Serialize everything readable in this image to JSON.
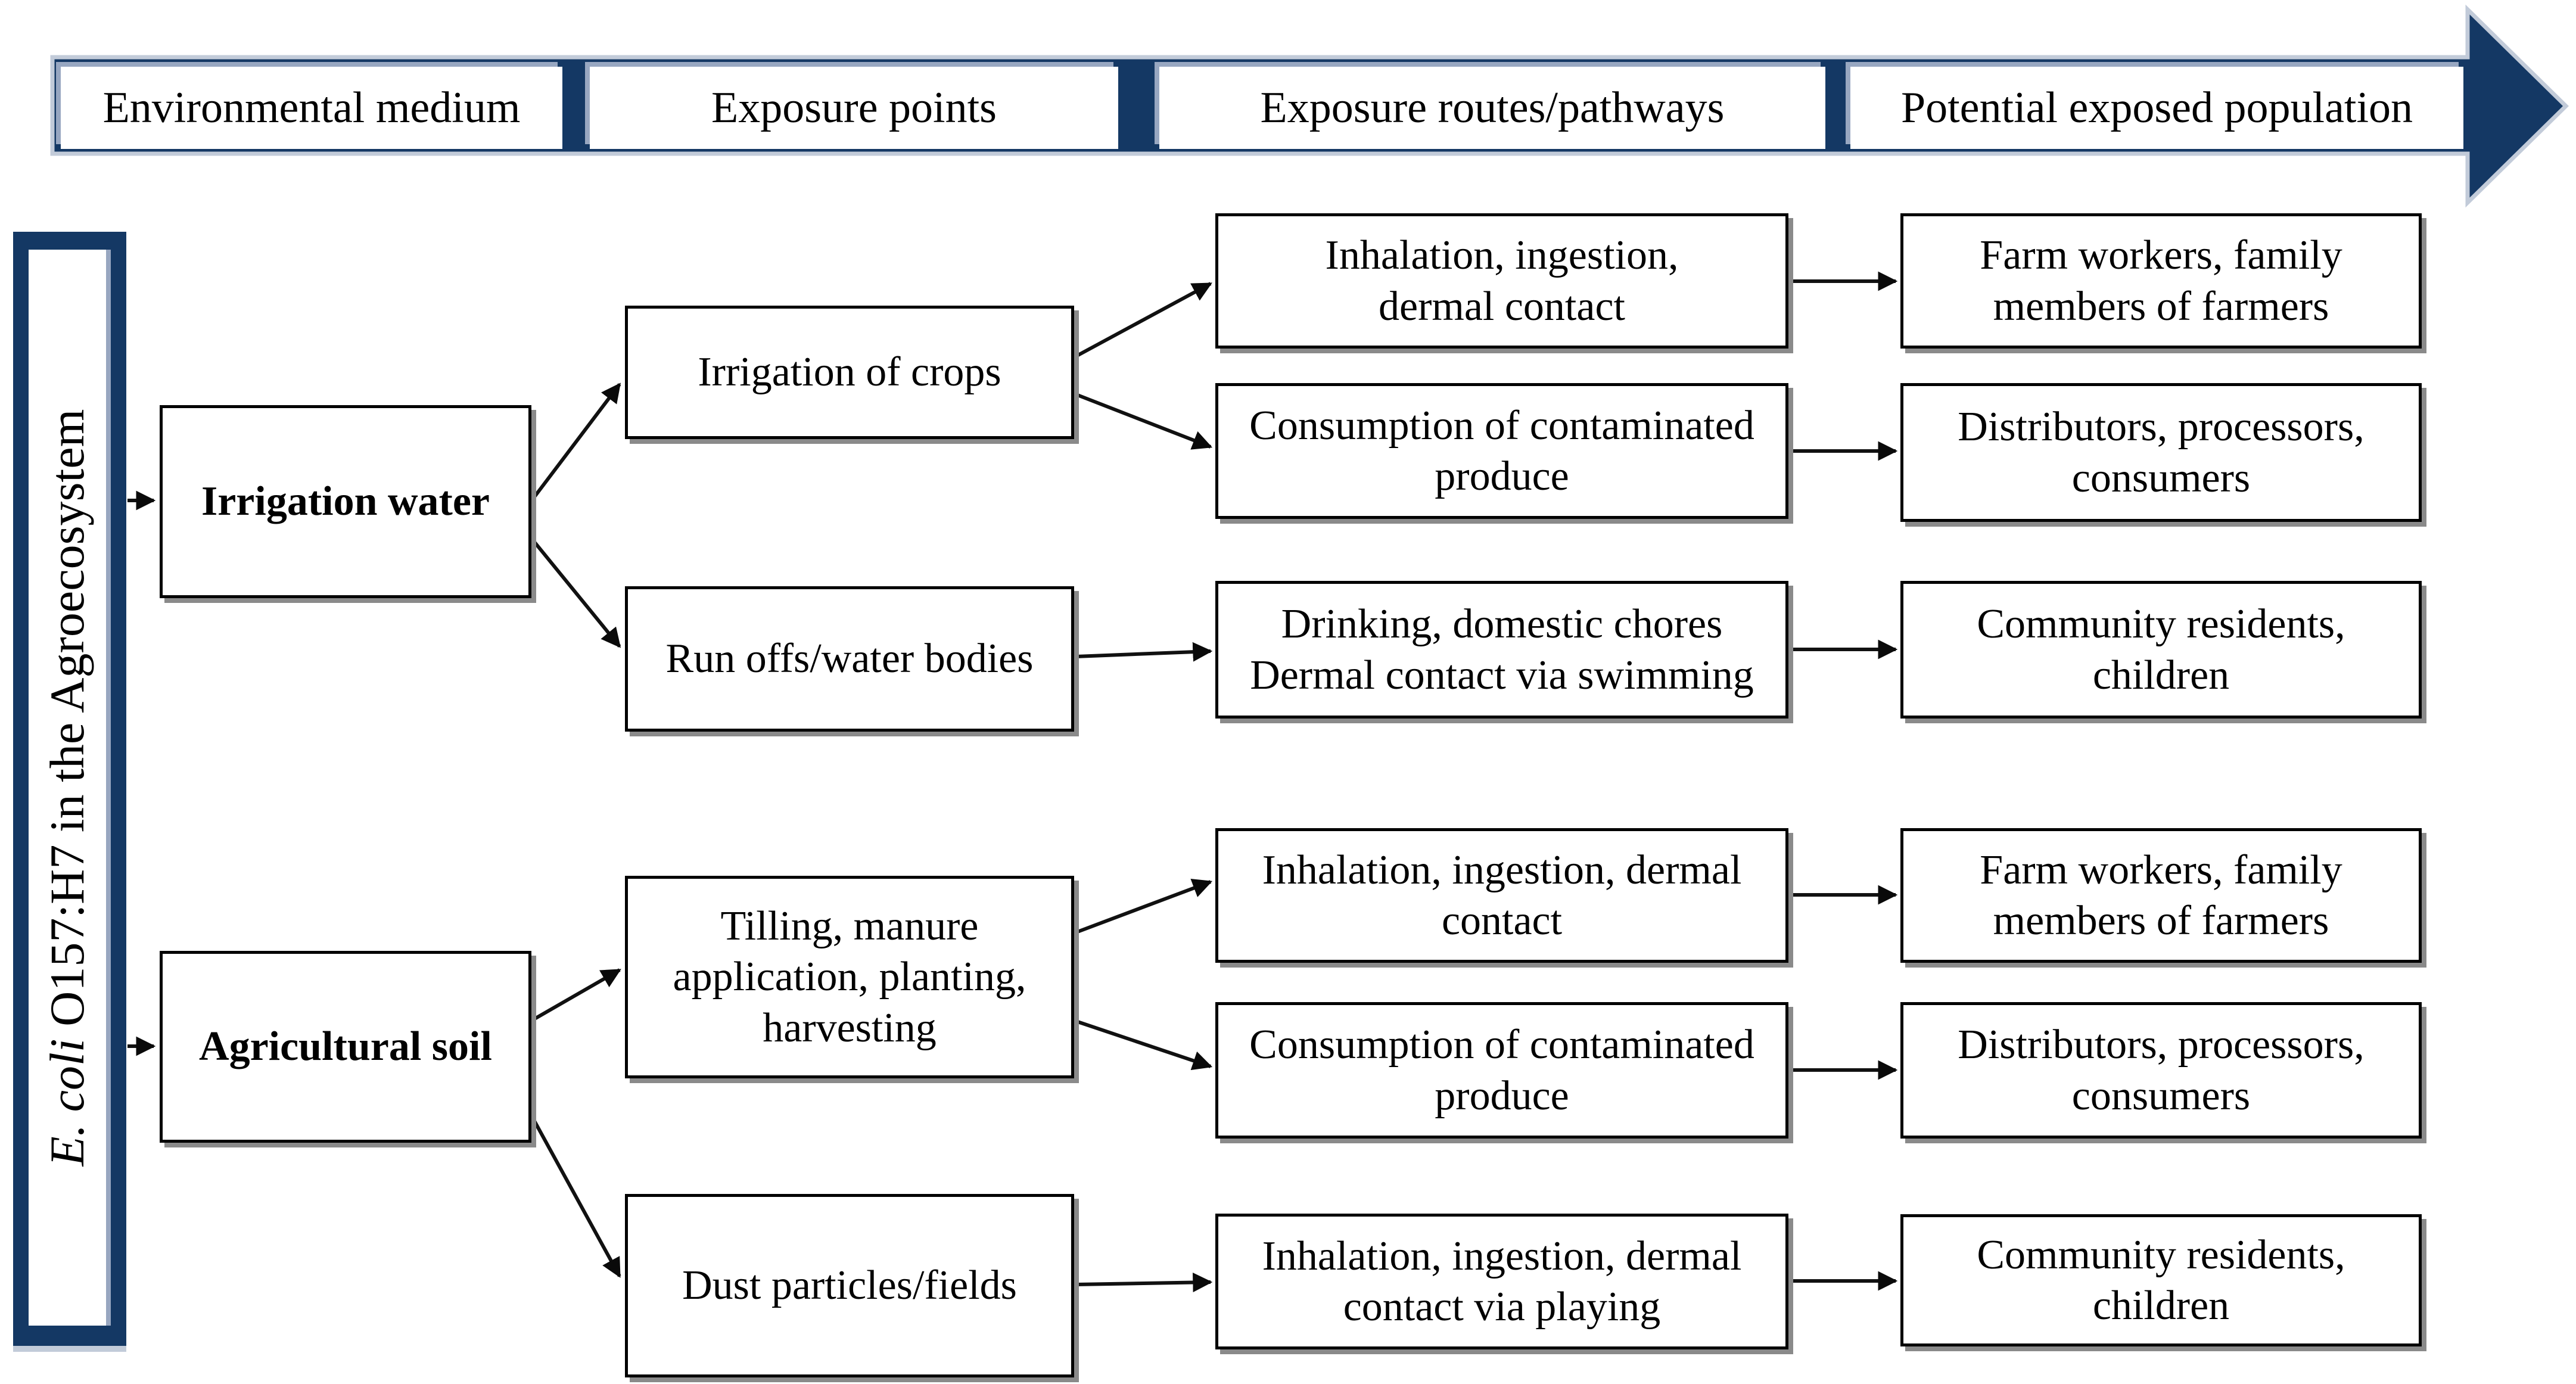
{
  "banner": {
    "stages": [
      {
        "label": "Environmental medium"
      },
      {
        "label": "Exposure points"
      },
      {
        "label": "Exposure routes/pathways"
      },
      {
        "label": "Potential exposed population"
      }
    ]
  },
  "source_bar": {
    "organism": "E. coli",
    "rest": " O157:H7 in the Agroecosystem"
  },
  "environmental_media": [
    {
      "label": "Irrigation water"
    },
    {
      "label": "Agricultural soil"
    }
  ],
  "exposure_points": [
    {
      "label": "Irrigation of crops"
    },
    {
      "label": "Run offs/water bodies"
    },
    {
      "label": "Tilling, manure\napplication, planting,\nharvesting"
    },
    {
      "label": "Dust particles/fields"
    }
  ],
  "exposure_routes": [
    {
      "label": "Inhalation, ingestion,\ndermal contact"
    },
    {
      "label": "Consumption of contaminated\nproduce"
    },
    {
      "label": "Drinking, domestic chores\nDermal contact via swimming"
    },
    {
      "label": "Inhalation, ingestion, dermal\ncontact"
    },
    {
      "label": "Consumption of contaminated\nproduce"
    },
    {
      "label": "Inhalation, ingestion, dermal\ncontact via playing"
    }
  ],
  "exposed_populations": [
    {
      "label": "Farm workers, family\nmembers of farmers"
    },
    {
      "label": "Distributors, processors,\nconsumers"
    },
    {
      "label": "Community residents,\nchildren"
    },
    {
      "label": "Farm workers, family\nmembers of farmers"
    },
    {
      "label": "Distributors, processors,\nconsumers"
    },
    {
      "label": "Community residents,\nchildren"
    }
  ],
  "colors": {
    "banner_navy": "#143864",
    "banner_edge": "#C2CBD9",
    "box_shadow_gray": "#8A8A8A"
  }
}
